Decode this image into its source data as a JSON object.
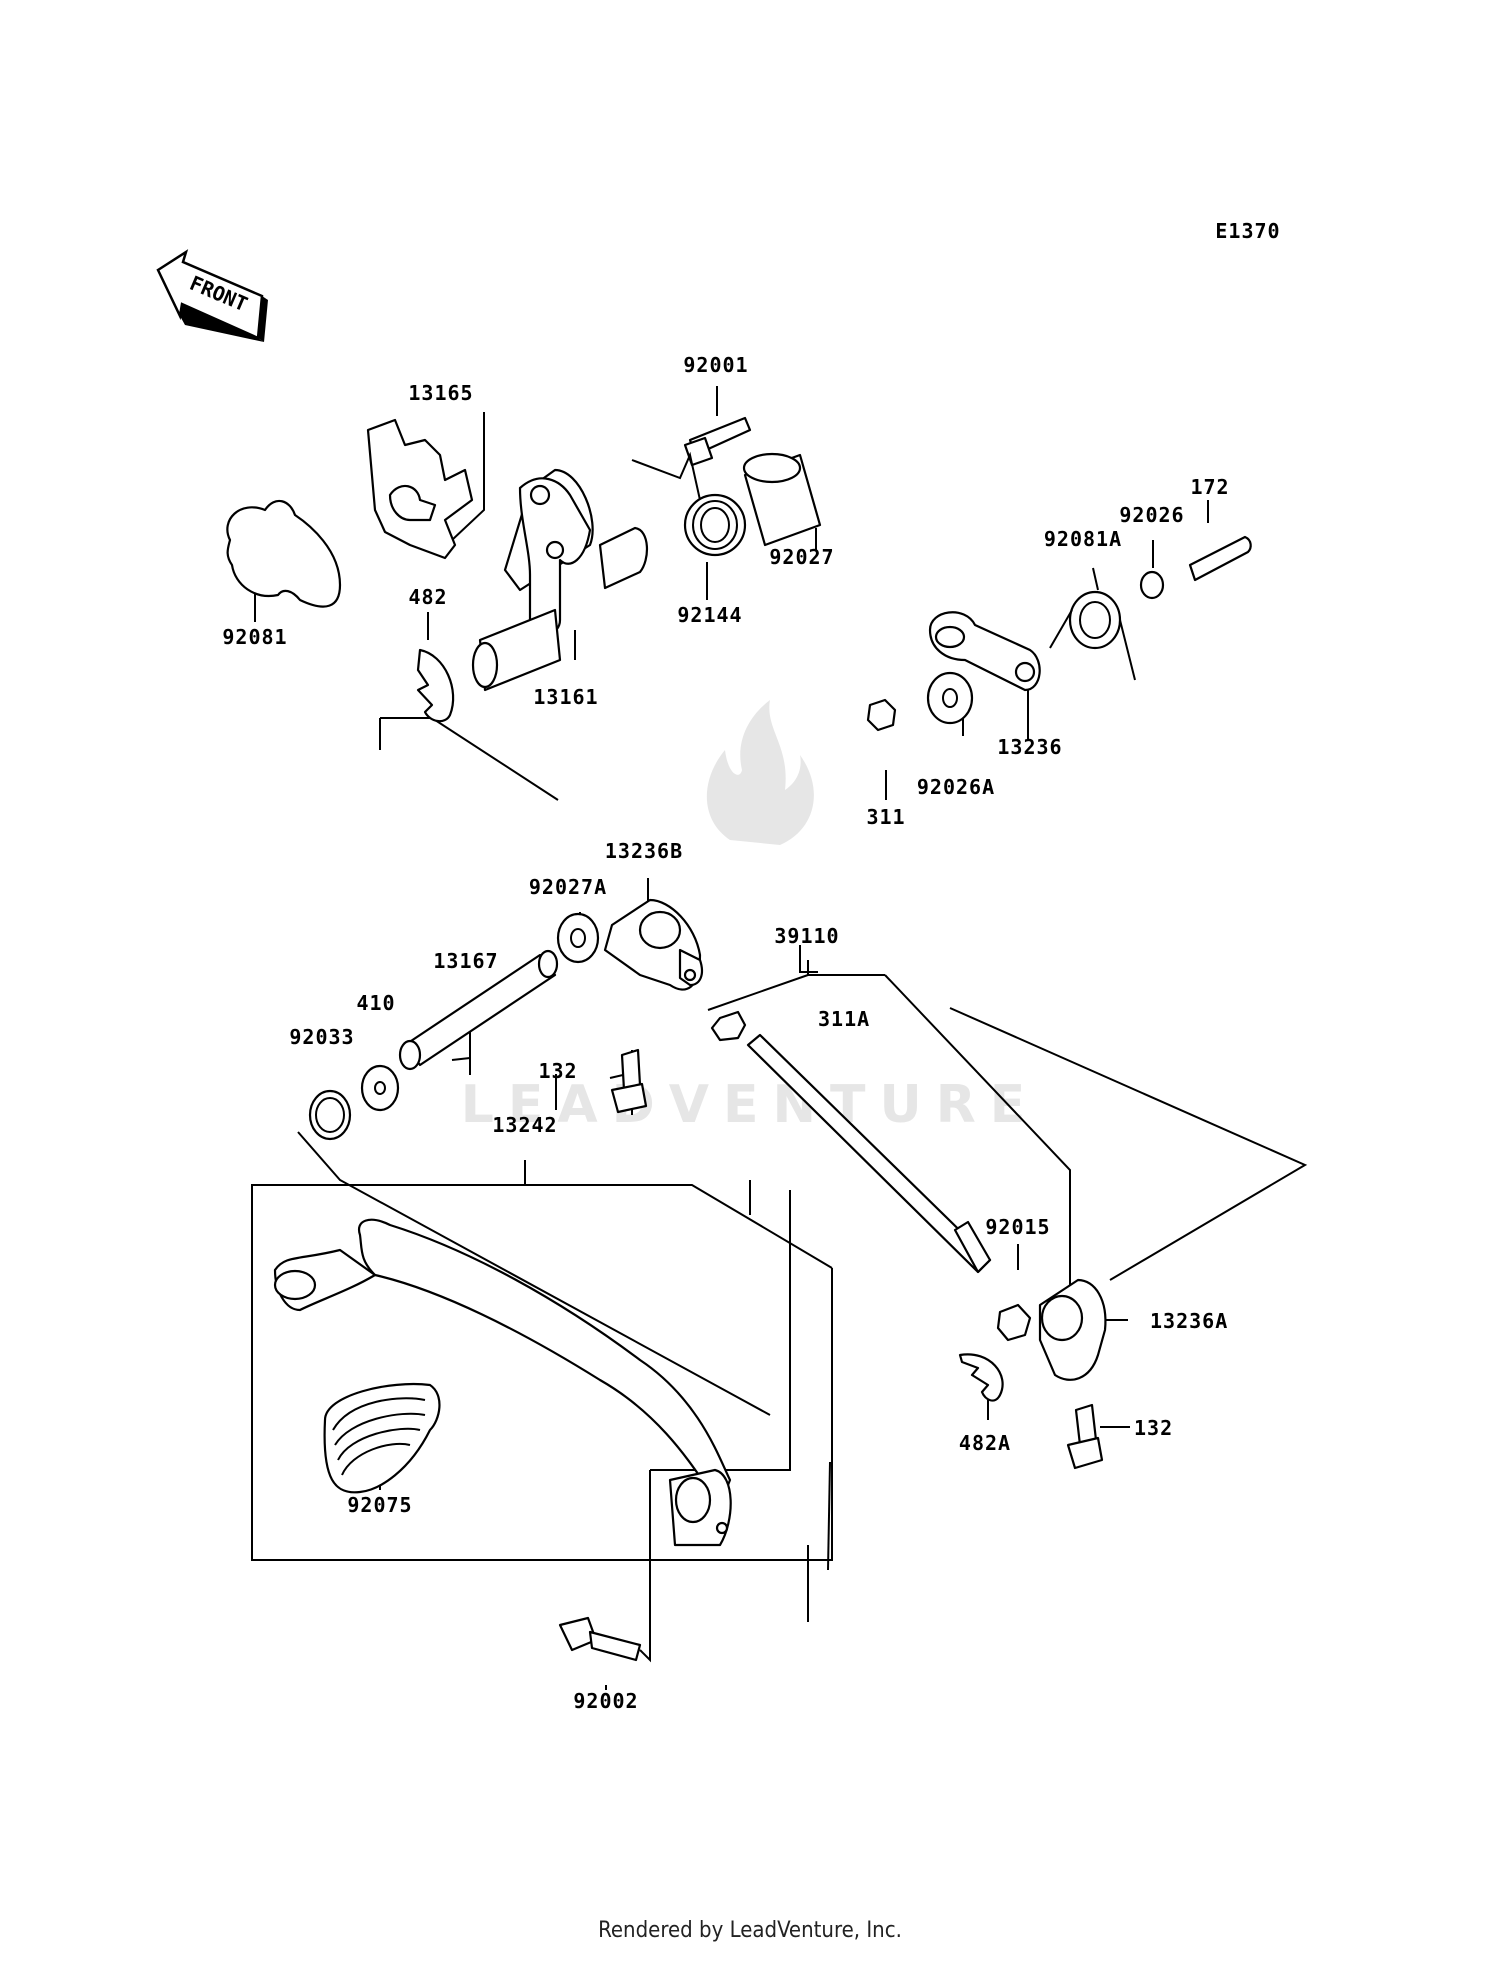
{
  "diagram": {
    "code": "E1370",
    "front_marker": "FRONT",
    "watermark": "LEADVENTURE",
    "footer": "Rendered by LeadVenture, Inc.",
    "part_labels": {
      "p92001": "92001",
      "p13165": "13165",
      "p92027": "92027",
      "p92144": "92144",
      "p92081": "92081",
      "p482": "482",
      "p13161": "13161",
      "p172": "172",
      "p92026": "92026",
      "p92081A": "92081A",
      "p13236": "13236",
      "p92026A": "92026A",
      "p311": "311",
      "p13236B": "13236B",
      "p92027A": "92027A",
      "p39110": "39110",
      "p13167": "13167",
      "p410": "410",
      "p311A": "311A",
      "p92033": "92033",
      "p132a": "132",
      "p13242": "13242",
      "p92015": "92015",
      "p13236A": "13236A",
      "p132b": "132",
      "p482A": "482A",
      "p92075": "92075",
      "p92002": "92002"
    }
  }
}
